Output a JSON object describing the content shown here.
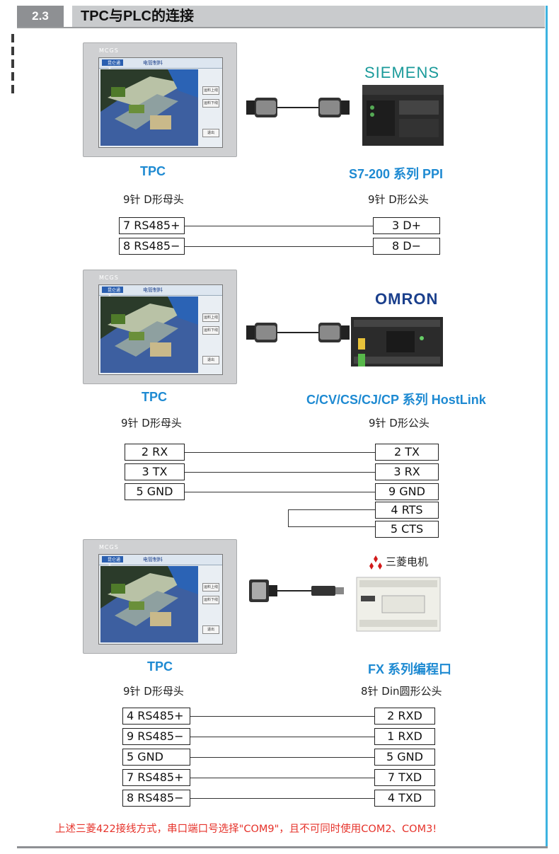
{
  "header": {
    "number": "2.3",
    "title": "TPC与PLC的连接"
  },
  "tpc_screen": {
    "logo": "MCGS",
    "title": "电管制料",
    "brand": "昆仑通态",
    "buttons": [
      "运料上线",
      "运料下线",
      "退出"
    ]
  },
  "sections": [
    {
      "left_title": "TPC",
      "left_sub": "9针 D形母头",
      "right_brand": "SIEMENS",
      "right_title": "S7-200 系列 PPI",
      "right_sub": "9针 D形公头",
      "left_pins": [
        "7 RS485+",
        "8 RS485−"
      ],
      "right_pins": [
        "3 D+",
        "8 D−"
      ]
    },
    {
      "left_title": "TPC",
      "left_sub": "9针 D形母头",
      "right_brand": "OMRON",
      "right_title": "C/CV/CS/CJ/CP 系列 HostLink",
      "right_sub": "9针 D形公头",
      "left_pins": [
        "2 RX",
        "3 TX",
        "5 GND"
      ],
      "right_pins": [
        "2 TX",
        "3 RX",
        "9 GND",
        "4 RTS",
        "5 CTS"
      ]
    },
    {
      "left_title": "TPC",
      "left_sub": "9针 D形母头",
      "right_brand": "三菱电机",
      "right_title": "FX 系列编程口",
      "right_sub": "8针 Din圆形公头",
      "left_pins": [
        "4 RS485+",
        "9 RS485−",
        "5 GND",
        "7 RS485+",
        "8 RS485−"
      ],
      "right_pins": [
        "2 RXD",
        "1 RXD",
        "5 GND",
        "7 TXD",
        "4 TXD"
      ]
    }
  ],
  "note": "上述三菱422接线方式，串口端口号选择\"COM9\"，且不可同时使用COM2、COM3!",
  "colors": {
    "accent_blue": "#1e8ad2",
    "note_red": "#e6322a",
    "header_gray": "#8e9093"
  }
}
